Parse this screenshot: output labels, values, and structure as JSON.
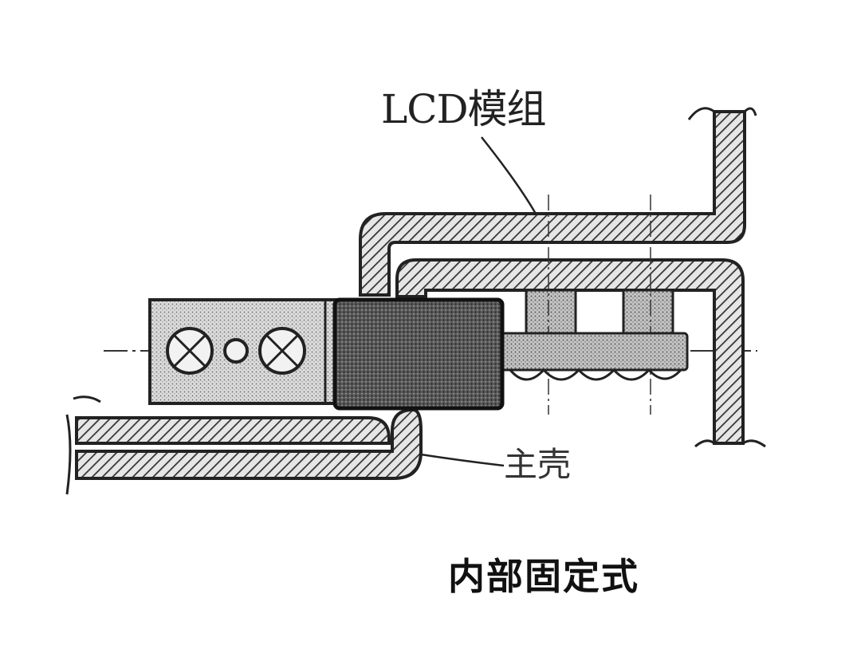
{
  "labels": {
    "lcd_module": "LCD模组",
    "main_shell": "主壳",
    "caption": "内部固定式"
  },
  "colors": {
    "ink": "#222222",
    "paper": "#ffffff",
    "light_fill": "#d9d9d9",
    "dark_fill": "#4a4a4a",
    "mid_fill": "#bdbdbd"
  }
}
